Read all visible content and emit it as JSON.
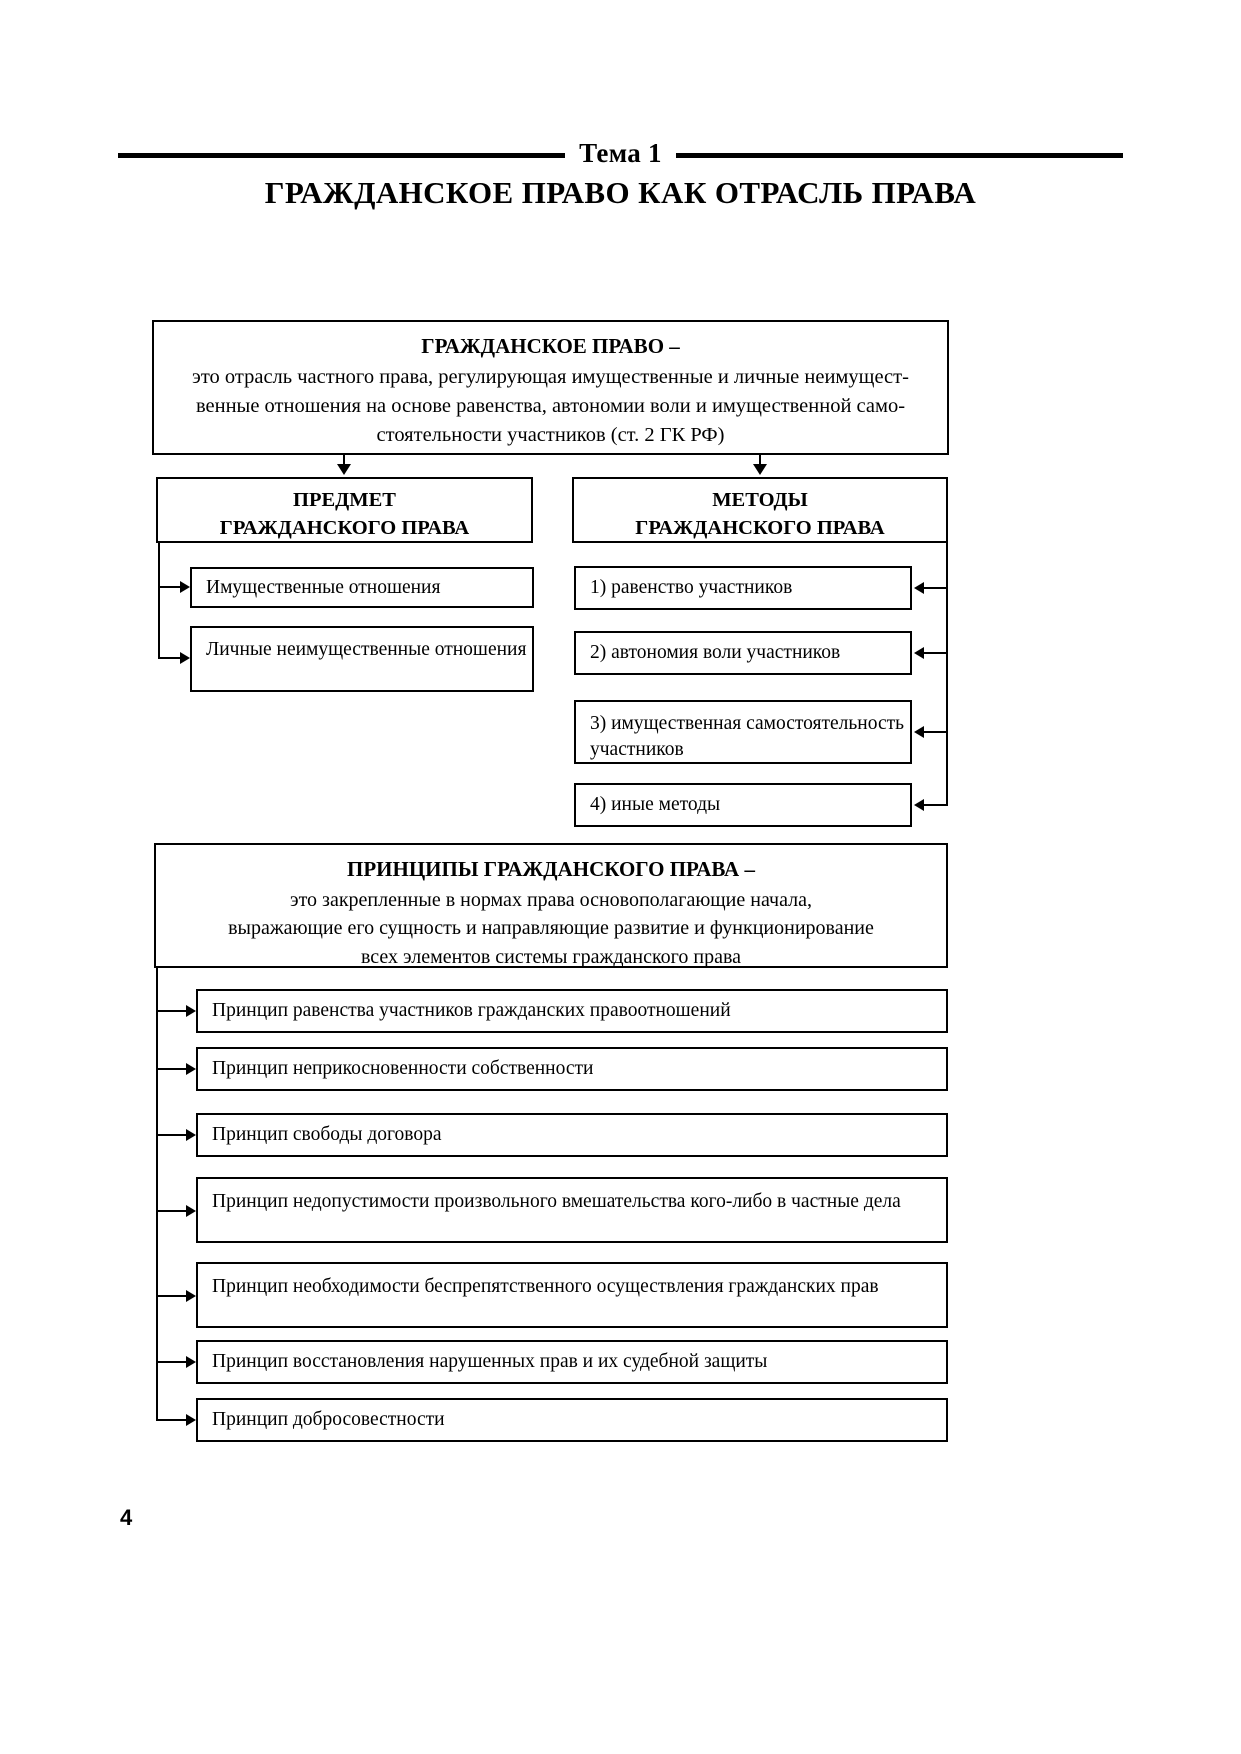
{
  "header": {
    "theme_label": "Тема 1",
    "title": "ГРАЖДАНСКОЕ ПРАВО КАК ОТРАСЛЬ ПРАВА"
  },
  "definition": {
    "term": "ГРАЖДАНСКОЕ ПРАВО –",
    "line1": "это отрасль частного права, регулирующая имущественные и личные неимущест-",
    "line2": "венные отношения на основе равенства, автономии воли и имущественной само-",
    "line3": "стоятельности участников (ст. 2 ГК РФ)"
  },
  "subject": {
    "head_line1": "ПРЕДМЕТ",
    "head_line2": "ГРАЖДАНСКОГО ПРАВА",
    "items": [
      "Имущественные отношения",
      "Личные неимущественные отношения"
    ]
  },
  "methods": {
    "head_line1": "МЕТОДЫ",
    "head_line2": "ГРАЖДАНСКОГО ПРАВА",
    "items": [
      "1) равенство участников",
      "2) автономия воли участников",
      "3) имущественная самостоятельность участников",
      "4) иные методы"
    ]
  },
  "principles": {
    "term": "ПРИНЦИПЫ ГРАЖДАНСКОГО ПРАВА –",
    "line1": "это закрепленные в нормах права основополагающие начала,",
    "line2": "выражающие его сущность и направляющие развитие и функционирование",
    "line3": "всех элементов системы гражданского права",
    "items": [
      "Принцип равенства участников гражданских правоотношений",
      "Принцип неприкосновенности собственности",
      "Принцип свободы договора",
      "Принцип недопустимости произвольного вмешательства кого-либо в частные дела",
      "Принцип необходимости беспрепятственного осуществления гражданских прав",
      "Принцип восстановления нарушенных прав и их судебной защиты",
      "Принцип добросовестности"
    ]
  },
  "footer": {
    "page_number": "4"
  },
  "colors": {
    "ink": "#000000",
    "paper": "#ffffff"
  }
}
